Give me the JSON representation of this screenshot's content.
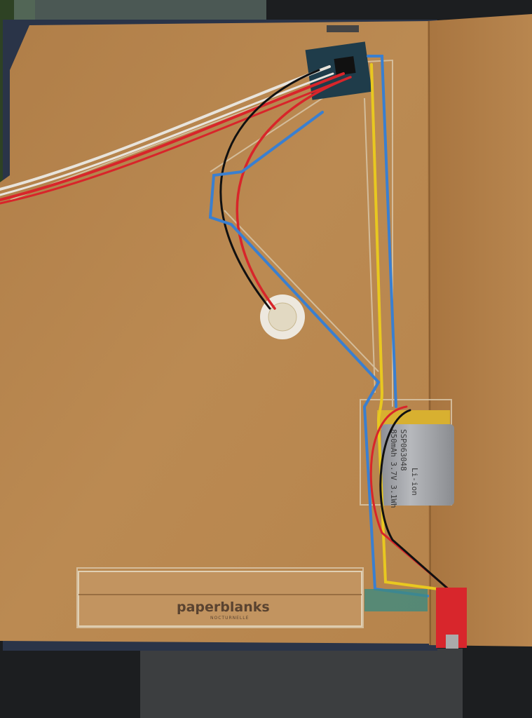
{
  "photo": {
    "subject": "paperblanks",
    "logo_text": "paperblanks",
    "logo_sub": "NOCTURNELLE",
    "battery": {
      "chemistry": "Li-ion",
      "model": "SSP063048",
      "specs": "850mAh 3.7V 3.1Wh"
    }
  },
  "colors": {
    "cardboard": "#b8864e",
    "wire_red": "#d8252a",
    "wire_blue": "#3a7fd0",
    "wire_yellow": "#e8c820",
    "wire_white": "#e8e4dc",
    "board_red": "#d8262c",
    "board_dark": "#1e3a4a"
  }
}
